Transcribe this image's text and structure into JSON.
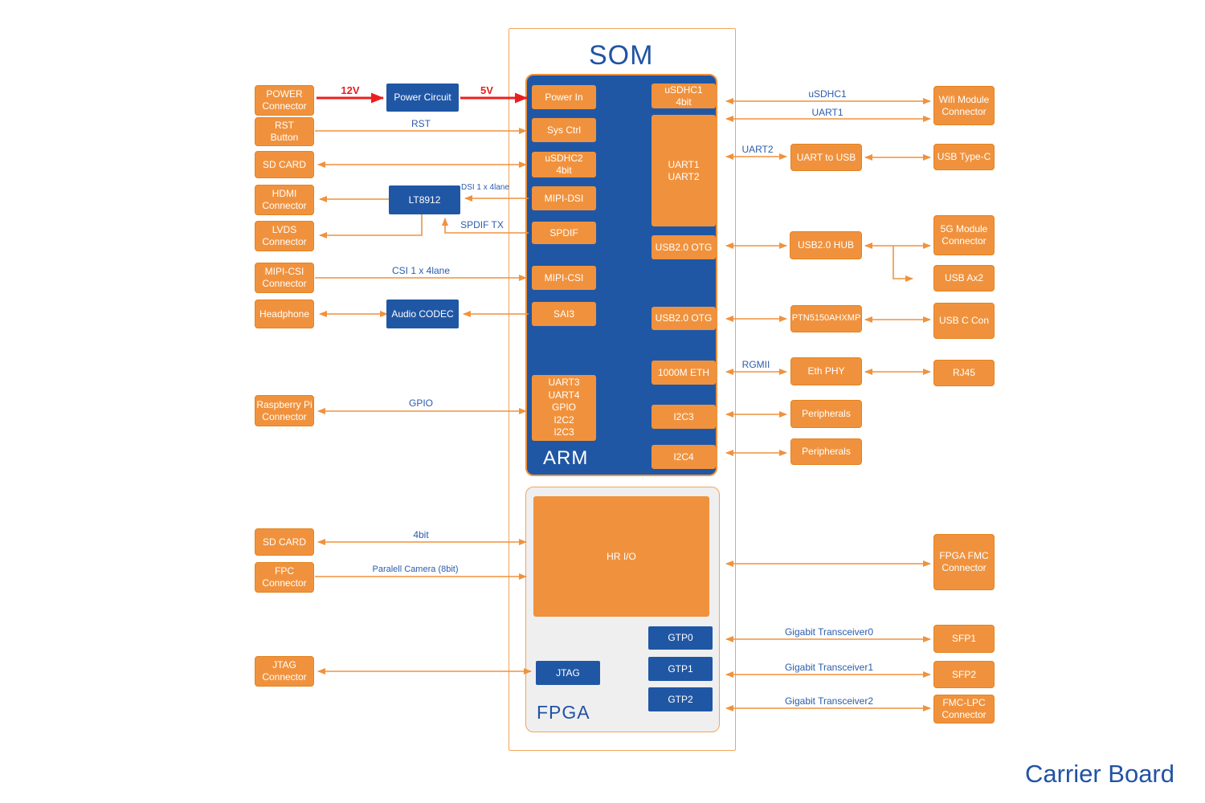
{
  "page_title": "Carrier Board",
  "som": {
    "title": "SOM",
    "arm_label": "ARM",
    "fpga_label": "FPGA"
  },
  "nodes": {
    "power_connector": "POWER\nConnector",
    "rst_button": "RST\nButton",
    "sd_card_top": "SD CARD",
    "hdmi_connector": "HDMI\nConnector",
    "lvds_connector": "LVDS\nConnector",
    "mipi_csi_connector": "MIPI-CSI\nConnector",
    "headphone": "Headphone",
    "raspberry_pi_connector": "Raspberry Pi\nConnector",
    "sd_card_bottom": "SD CARD",
    "fpc_connector": "FPC\nConnector",
    "jtag_connector": "JTAG\nConnector",
    "power_circuit": "Power Circuit",
    "lt8912": "LT8912",
    "audio_codec": "Audio CODEC",
    "power_in": "Power In",
    "sys_ctrl": "Sys Ctrl",
    "usdhc2": "uSDHC2\n4bit",
    "mipi_dsi": "MIPI-DSI",
    "spdif": "SPDIF",
    "mipi_csi": "MIPI-CSI",
    "sai3": "SAI3",
    "uart_gpio_i2c": "UART3\nUART4\nGPIO\nI2C2\nI2C3",
    "usdhc1": "uSDHC1\n4bit",
    "uart1_uart2": "UART1\nUART2",
    "usb20_otg_a": "USB2.0 OTG",
    "usb20_otg_b": "USB2.0 OTG",
    "eth_1000m": "1000M ETH",
    "i2c3": "I2C3",
    "i2c4": "I2C4",
    "hr_io": "HR I/O",
    "jtag": "JTAG",
    "gtp0": "GTP0",
    "gtp1": "GTP1",
    "gtp2": "GTP2",
    "uart_to_usb": "UART to USB",
    "usb20_hub": "USB2.0 HUB",
    "ptn5150": "PTN5150AHXMP",
    "eth_phy": "Eth PHY",
    "peripherals_a": "Peripherals",
    "peripherals_b": "Peripherals",
    "wifi_module_connector": "Wifi Module\nConnector",
    "usb_type_c": "USB Type-C",
    "module_5g_connector": "5G Module\nConnector",
    "usb_ax2": "USB Ax2",
    "usb_c_con": "USB C Con",
    "rj45": "RJ45",
    "fpga_fmc_connector": "FPGA FMC\nConnector",
    "sfp1": "SFP1",
    "sfp2": "SFP2",
    "fmc_lpc_connector": "FMC-LPC\nConnector"
  },
  "edge_labels": {
    "v12": "12V",
    "v5": "5V",
    "rst": "RST",
    "dsi": "DSI 1 x 4lane",
    "spdif_tx": "SPDIF TX",
    "csi": "CSI 1 x 4lane",
    "gpio": "GPIO",
    "bit4": "4bit",
    "parallel_camera": "Paralell Camera (8bit)",
    "usdhc1": "uSDHC1",
    "uart1": "UART1",
    "uart2": "UART2",
    "rgmii": "RGMII",
    "gt0": "Gigabit Transceiver0",
    "gt1": "Gigabit Transceiver1",
    "gt2": "Gigabit Transceiver2"
  },
  "colors": {
    "orange": "#F0923D",
    "dark_blue": "#2057A5",
    "label_blue": "#2B5CAD",
    "red": "#E9201F",
    "fpga_bg": "#EFEFEF",
    "title_blue": "#2153A3"
  }
}
